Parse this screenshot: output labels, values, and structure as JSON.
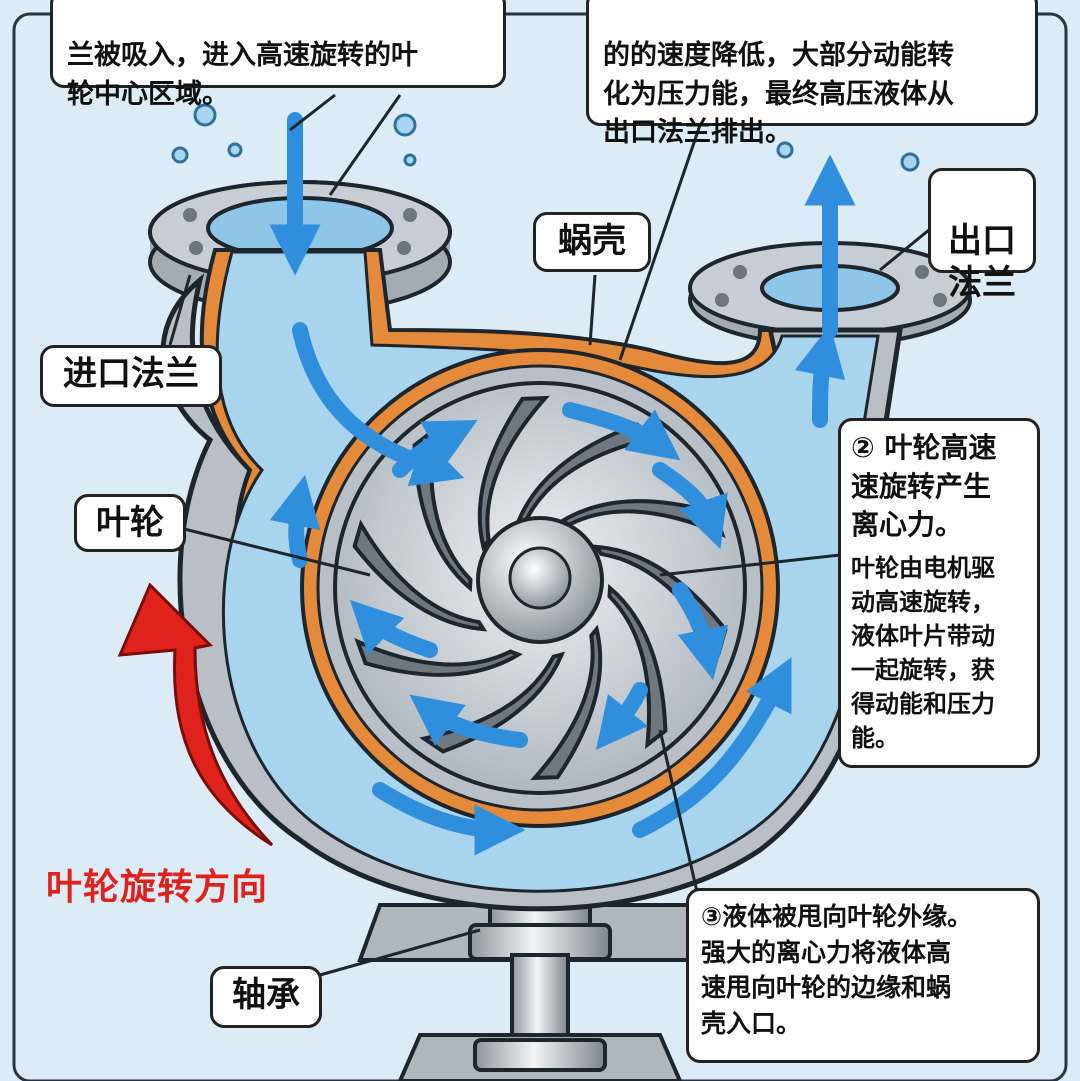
{
  "callouts": {
    "inlet_text": "兰被吸入，进入高速旋转的叶\n轮中心区域。",
    "outlet_text": "的的速度降低，大部分动能转\n化为压力能，最终高压液体从\n出口法兰排出。",
    "step2_title": "② 叶轮高速\n速旋转产生\n离心力。",
    "step2_body": "叶轮由电机驱\n动高速旋转，\n液体叶片带动\n一起旋转，获\n得动能和压力\n能。",
    "step3_title": "③液体被甩向叶轮外缘。",
    "step3_body": "强大的离心力将液体高\n速甩向叶轮的边缘和蜗\n壳入口。"
  },
  "labels": {
    "inlet_flange": "进口法兰",
    "outlet_flange": "出口\n法兰",
    "volute": "蜗壳",
    "impeller": "叶轮",
    "bearing": "轴承",
    "rotation_direction": "叶轮旋转方向"
  },
  "colors": {
    "background": "#dcecf6",
    "casing_gray": "#b8bfc6",
    "casing_orange": "#e58a3a",
    "water": "#a8d4ee",
    "flow_arrow": "#2f8fdc",
    "rotation_arrow": "#e0221c"
  }
}
